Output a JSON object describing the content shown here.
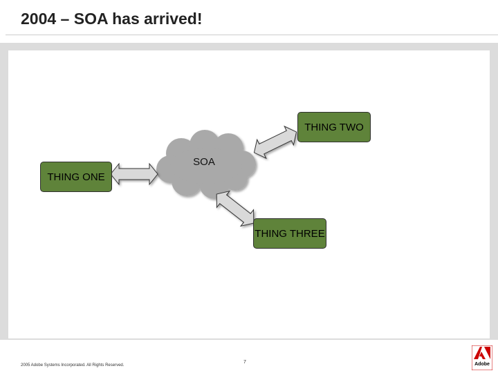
{
  "slide": {
    "title": "2004 – SOA has arrived!",
    "footer": "2005 Adobe Systems Incorporated. All Rights Reserved.",
    "page_number": "7"
  },
  "diagram": {
    "center": "SOA",
    "nodes": [
      "THING ONE",
      "THING TWO",
      "THING THREE"
    ],
    "box_color": "#5f833a",
    "cloud_color": "#a9a9a9"
  },
  "logo": {
    "name": "adobe-logo",
    "wordmark": "Adobe"
  }
}
